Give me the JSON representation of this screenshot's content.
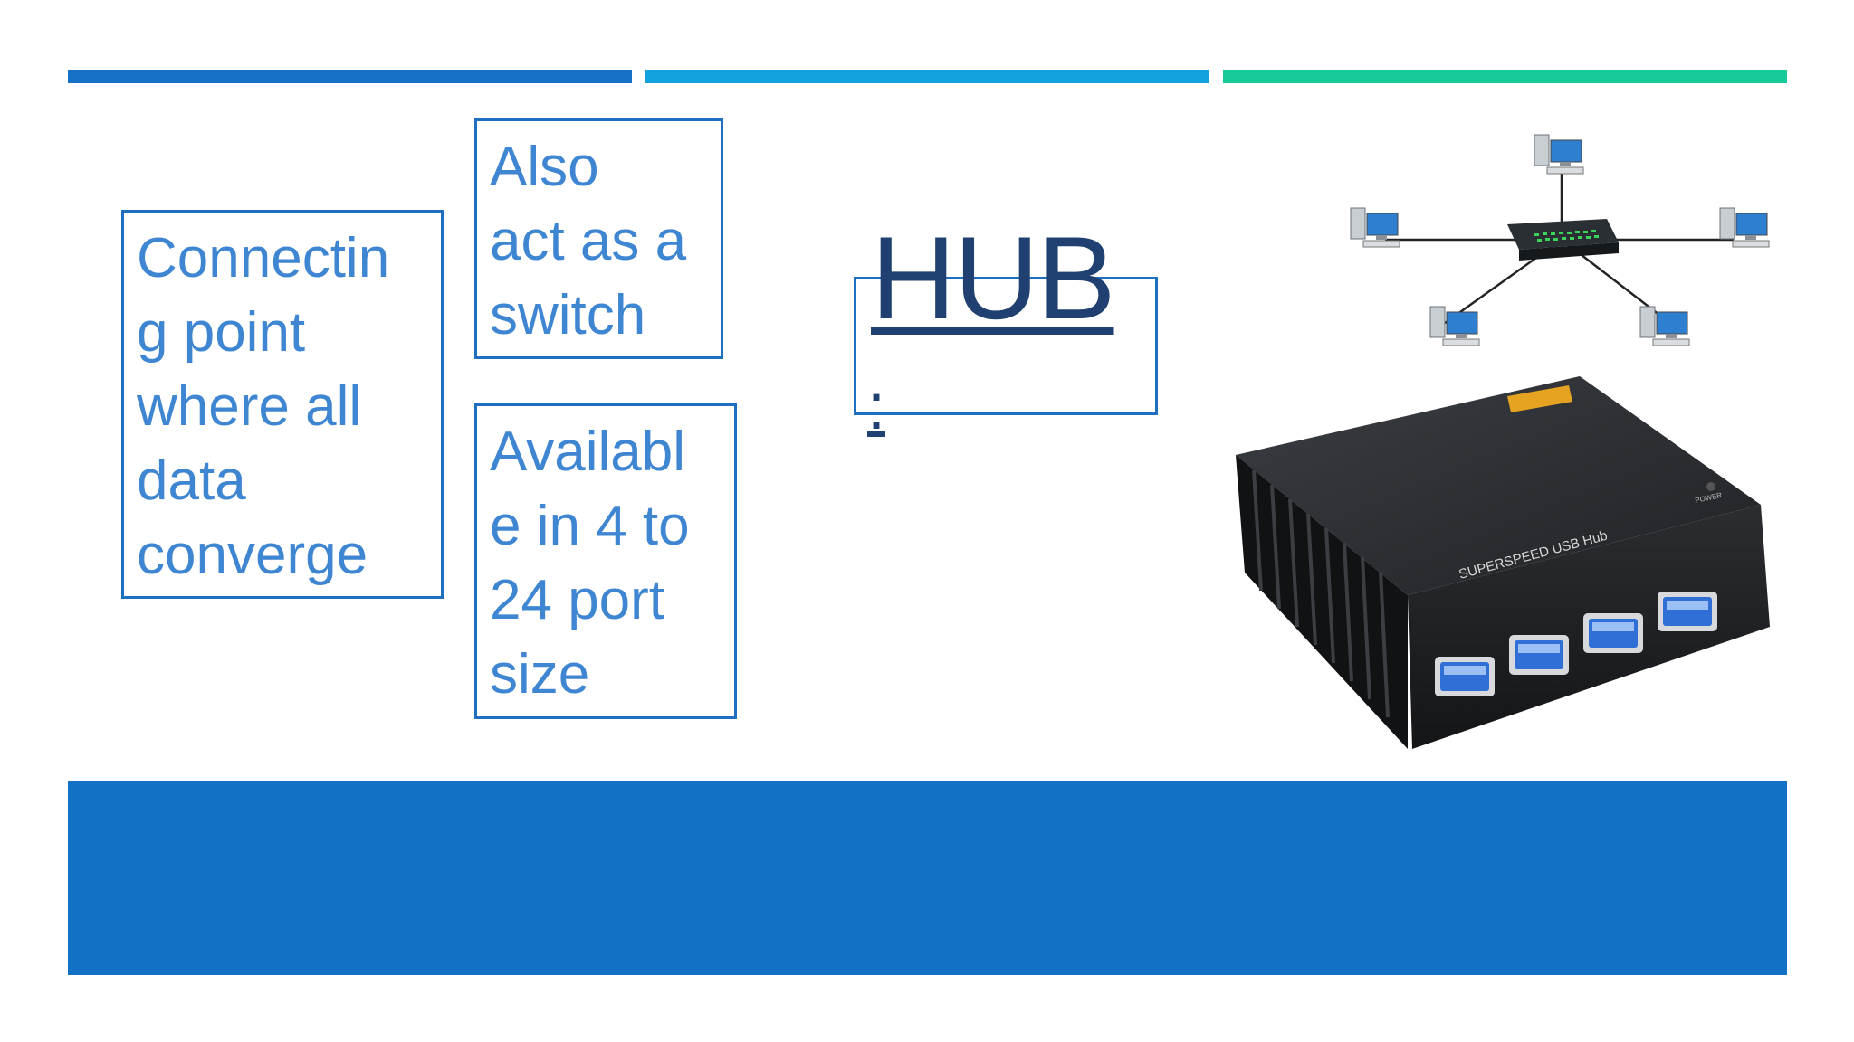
{
  "colors": {
    "bar_left": "#1570c6",
    "bar_middle": "#12a1dc",
    "bar_right": "#16cb98",
    "footer": "#1270c5",
    "box_text": "#3f86d2",
    "title": "#1f4070"
  },
  "slide": {
    "title": "HUB",
    "colon": ":",
    "boxes": {
      "connecting": "Connectin\ng point\nwhere all\ndata\nconverge",
      "also": "Also\nact as a\nswitch",
      "available": "Availabl\ne in 4 to\n24 port\nsize"
    },
    "hub_device": {
      "label": "SUPERSPEED USB Hub",
      "power": "POWER"
    }
  }
}
